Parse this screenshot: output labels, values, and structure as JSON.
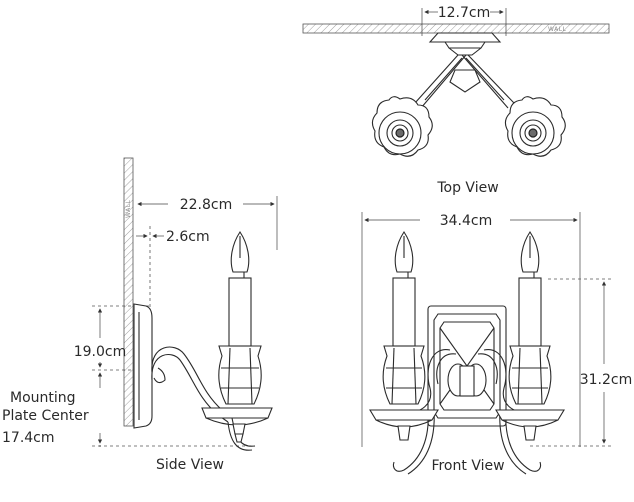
{
  "dimensions": {
    "top_mount_width": "12.7cm",
    "side_extension": "22.8cm",
    "side_offset": "2.6cm",
    "overall_width": "34.4cm",
    "mount_height": "19.0cm",
    "mount_center_label_line1": "Mounting",
    "mount_center_label_line2": "Plate Center",
    "mount_center_value": "17.4cm",
    "overall_height": "31.2cm"
  },
  "captions": {
    "top": "Top View",
    "side": "Side View",
    "front": "Front View"
  },
  "wall_labels": {
    "top": "WALL",
    "side": "WALL"
  }
}
